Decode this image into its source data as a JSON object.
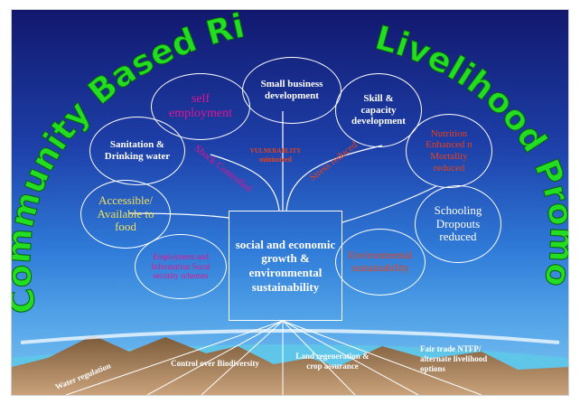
{
  "title": {
    "left_arc": "Community Based Risk Reduction &",
    "right_arc": "Livelihood Promotion"
  },
  "bubbles": {
    "self_employment": "self employment",
    "small_business": "Small business development",
    "skill_capacity": "Skill & capacity development",
    "sanitation": "Sanitation & Drinking water",
    "nutrition_line1": "Nutrition Enhanced n",
    "nutrition_line2": "Mortality reduced",
    "accessible_food": "Accessible/ Available to food",
    "schooling": "Schooling Dropouts reduced",
    "employment_info": "Employment and Information Socal security schemes",
    "environmental": "Environmental sustainability"
  },
  "branch_labels": {
    "shock": "Shock Controlled",
    "vulnerability_line1": "VULNERABLITY",
    "vulnerability_line2": "minimized",
    "stress": "Stress reduced"
  },
  "center_box": "social and economic growth & environmental sustainability",
  "base_labels": {
    "water": "Water regulation",
    "biodiversity": "Control over Biodiversity",
    "land": "Land regeneration & crop assurance",
    "fairtrade": "Fair trade NTFP/ alternate livelihood options"
  },
  "colors": {
    "title_green": "#22dd22",
    "magenta": "#e0158f",
    "orange_red": "#e8421a",
    "yellow": "#f0e05a",
    "white": "#ffffff"
  }
}
